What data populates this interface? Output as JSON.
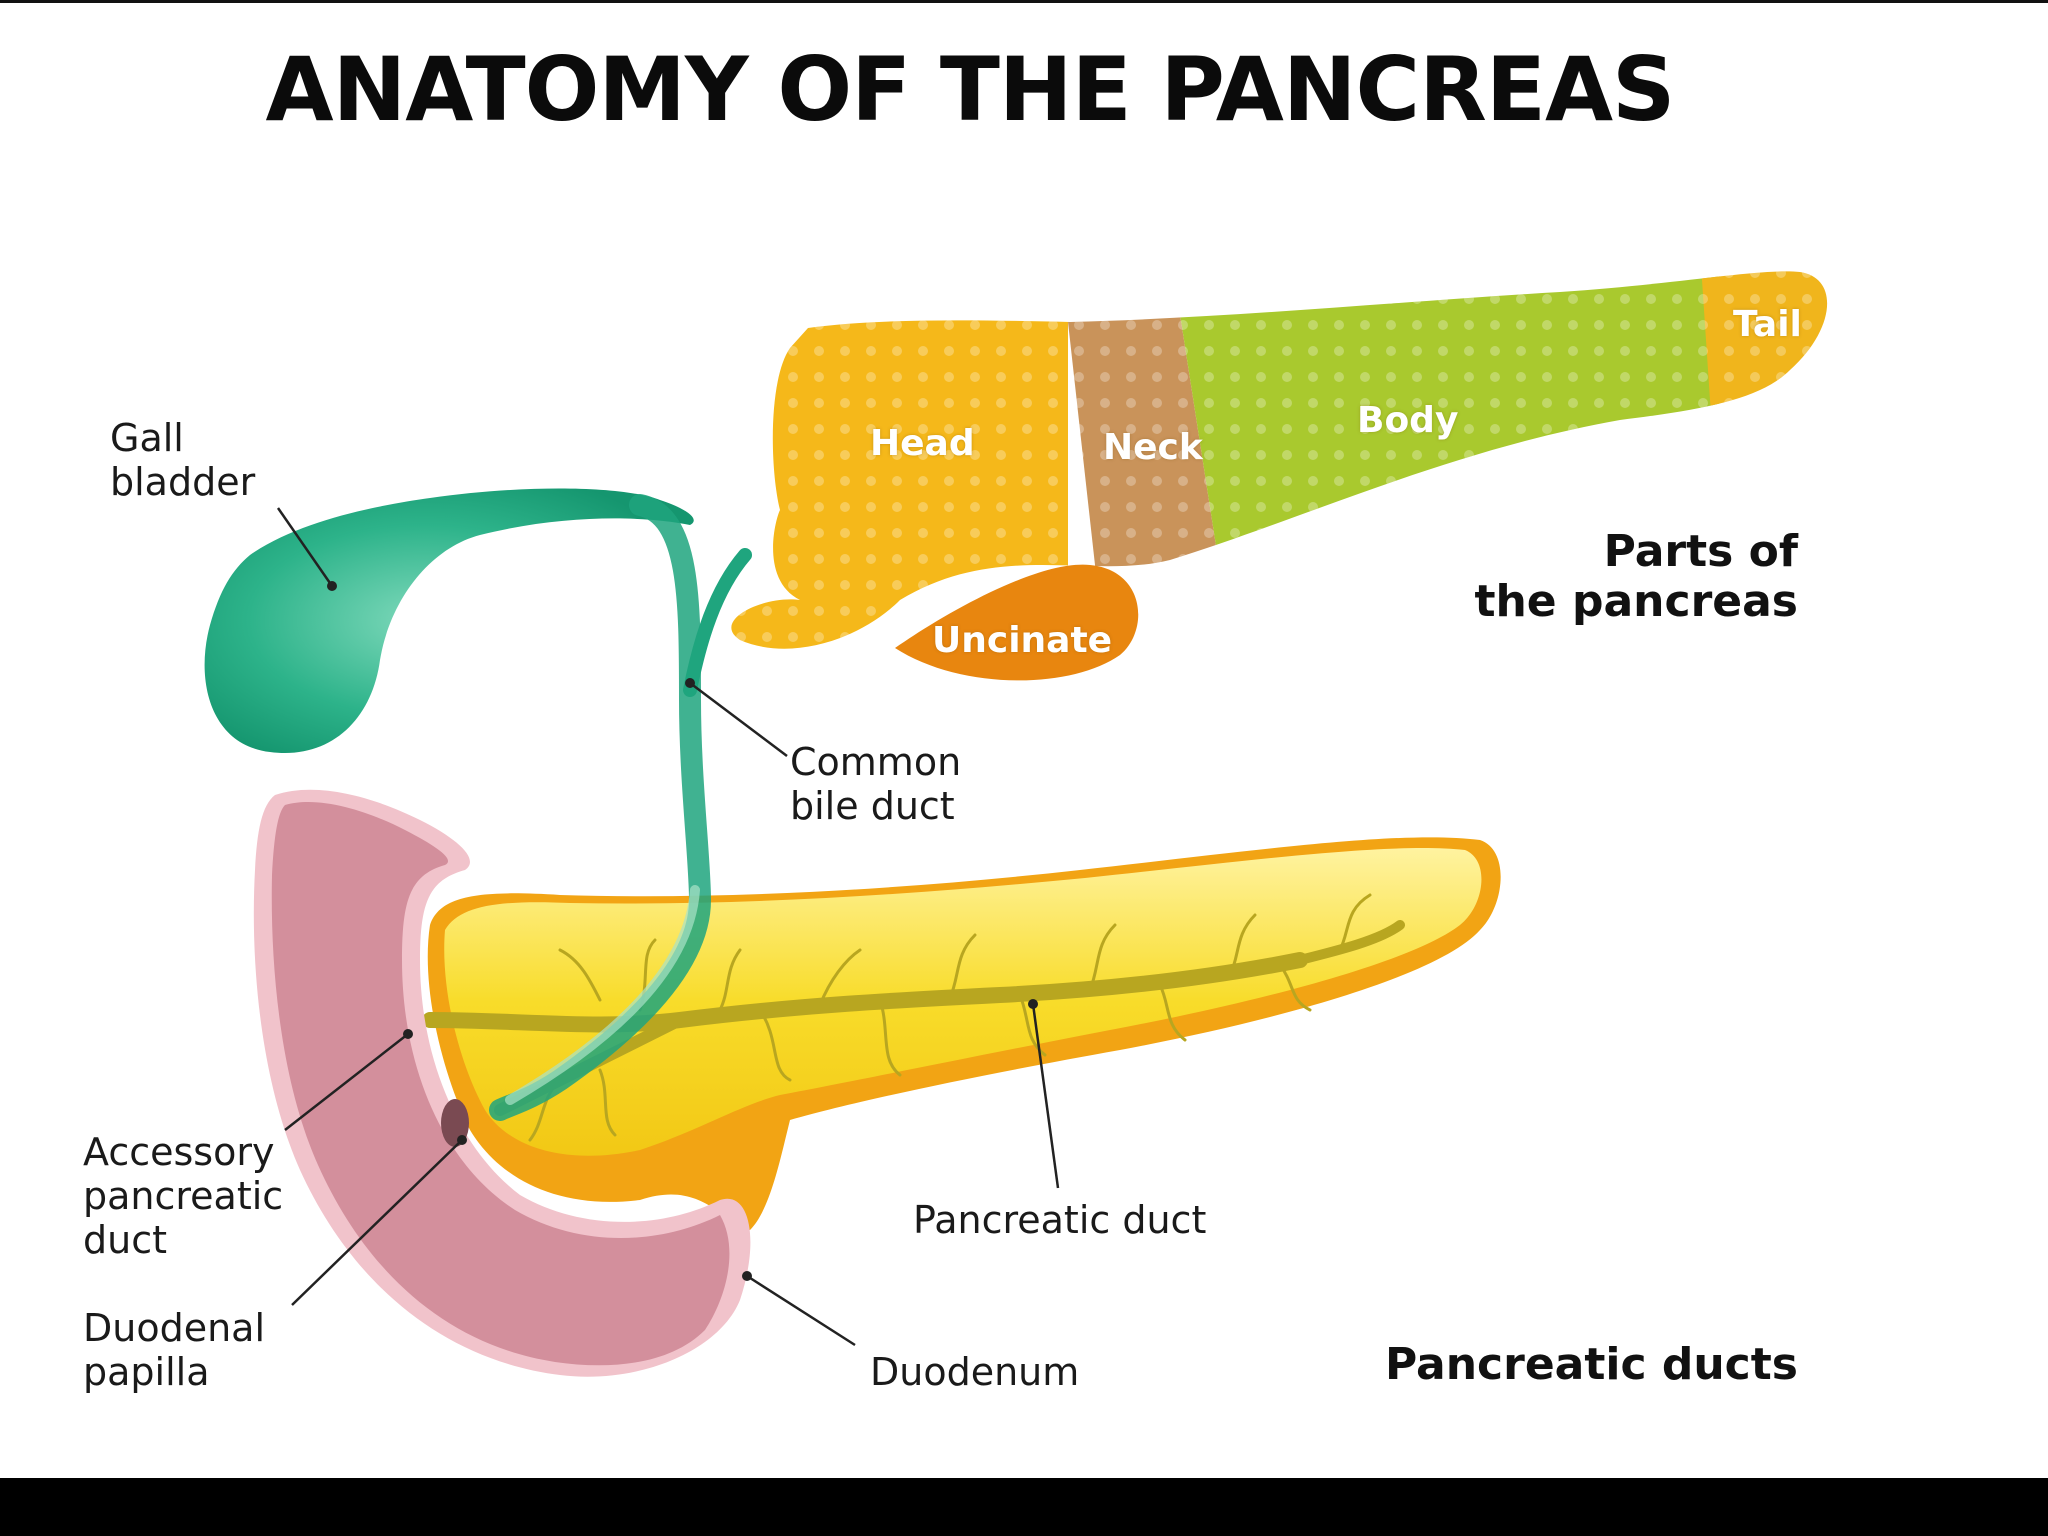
{
  "title": "ANATOMY OF THE PANCREAS",
  "parts_section": {
    "heading": "Parts of\nthe pancreas",
    "parts": {
      "head": "Head",
      "neck": "Neck",
      "body": "Body",
      "tail": "Tail",
      "uncinate": "Uncinate"
    }
  },
  "ducts_section": {
    "heading": "Pancreatic ducts",
    "labels": {
      "gall_bladder": "Gall\nbladder",
      "common_bile_duct": "Common\nbile duct",
      "accessory_pancreatic_duct": "Accessory\npancreatic\nduct",
      "duodenal_papilla": "Duodenal\npapilla",
      "pancreatic_duct": "Pancreatic duct",
      "duodenum": "Duodenum"
    }
  },
  "colors": {
    "head": "#f5b81a",
    "neck": "#c9935a",
    "body": "#a9c92e",
    "tail": "#f0b51c",
    "uncinate": "#e8860f",
    "gall_bladder": "#1fa57e",
    "duodenum": "#d38f9c",
    "pancreas_ducts": "#f7d420"
  }
}
